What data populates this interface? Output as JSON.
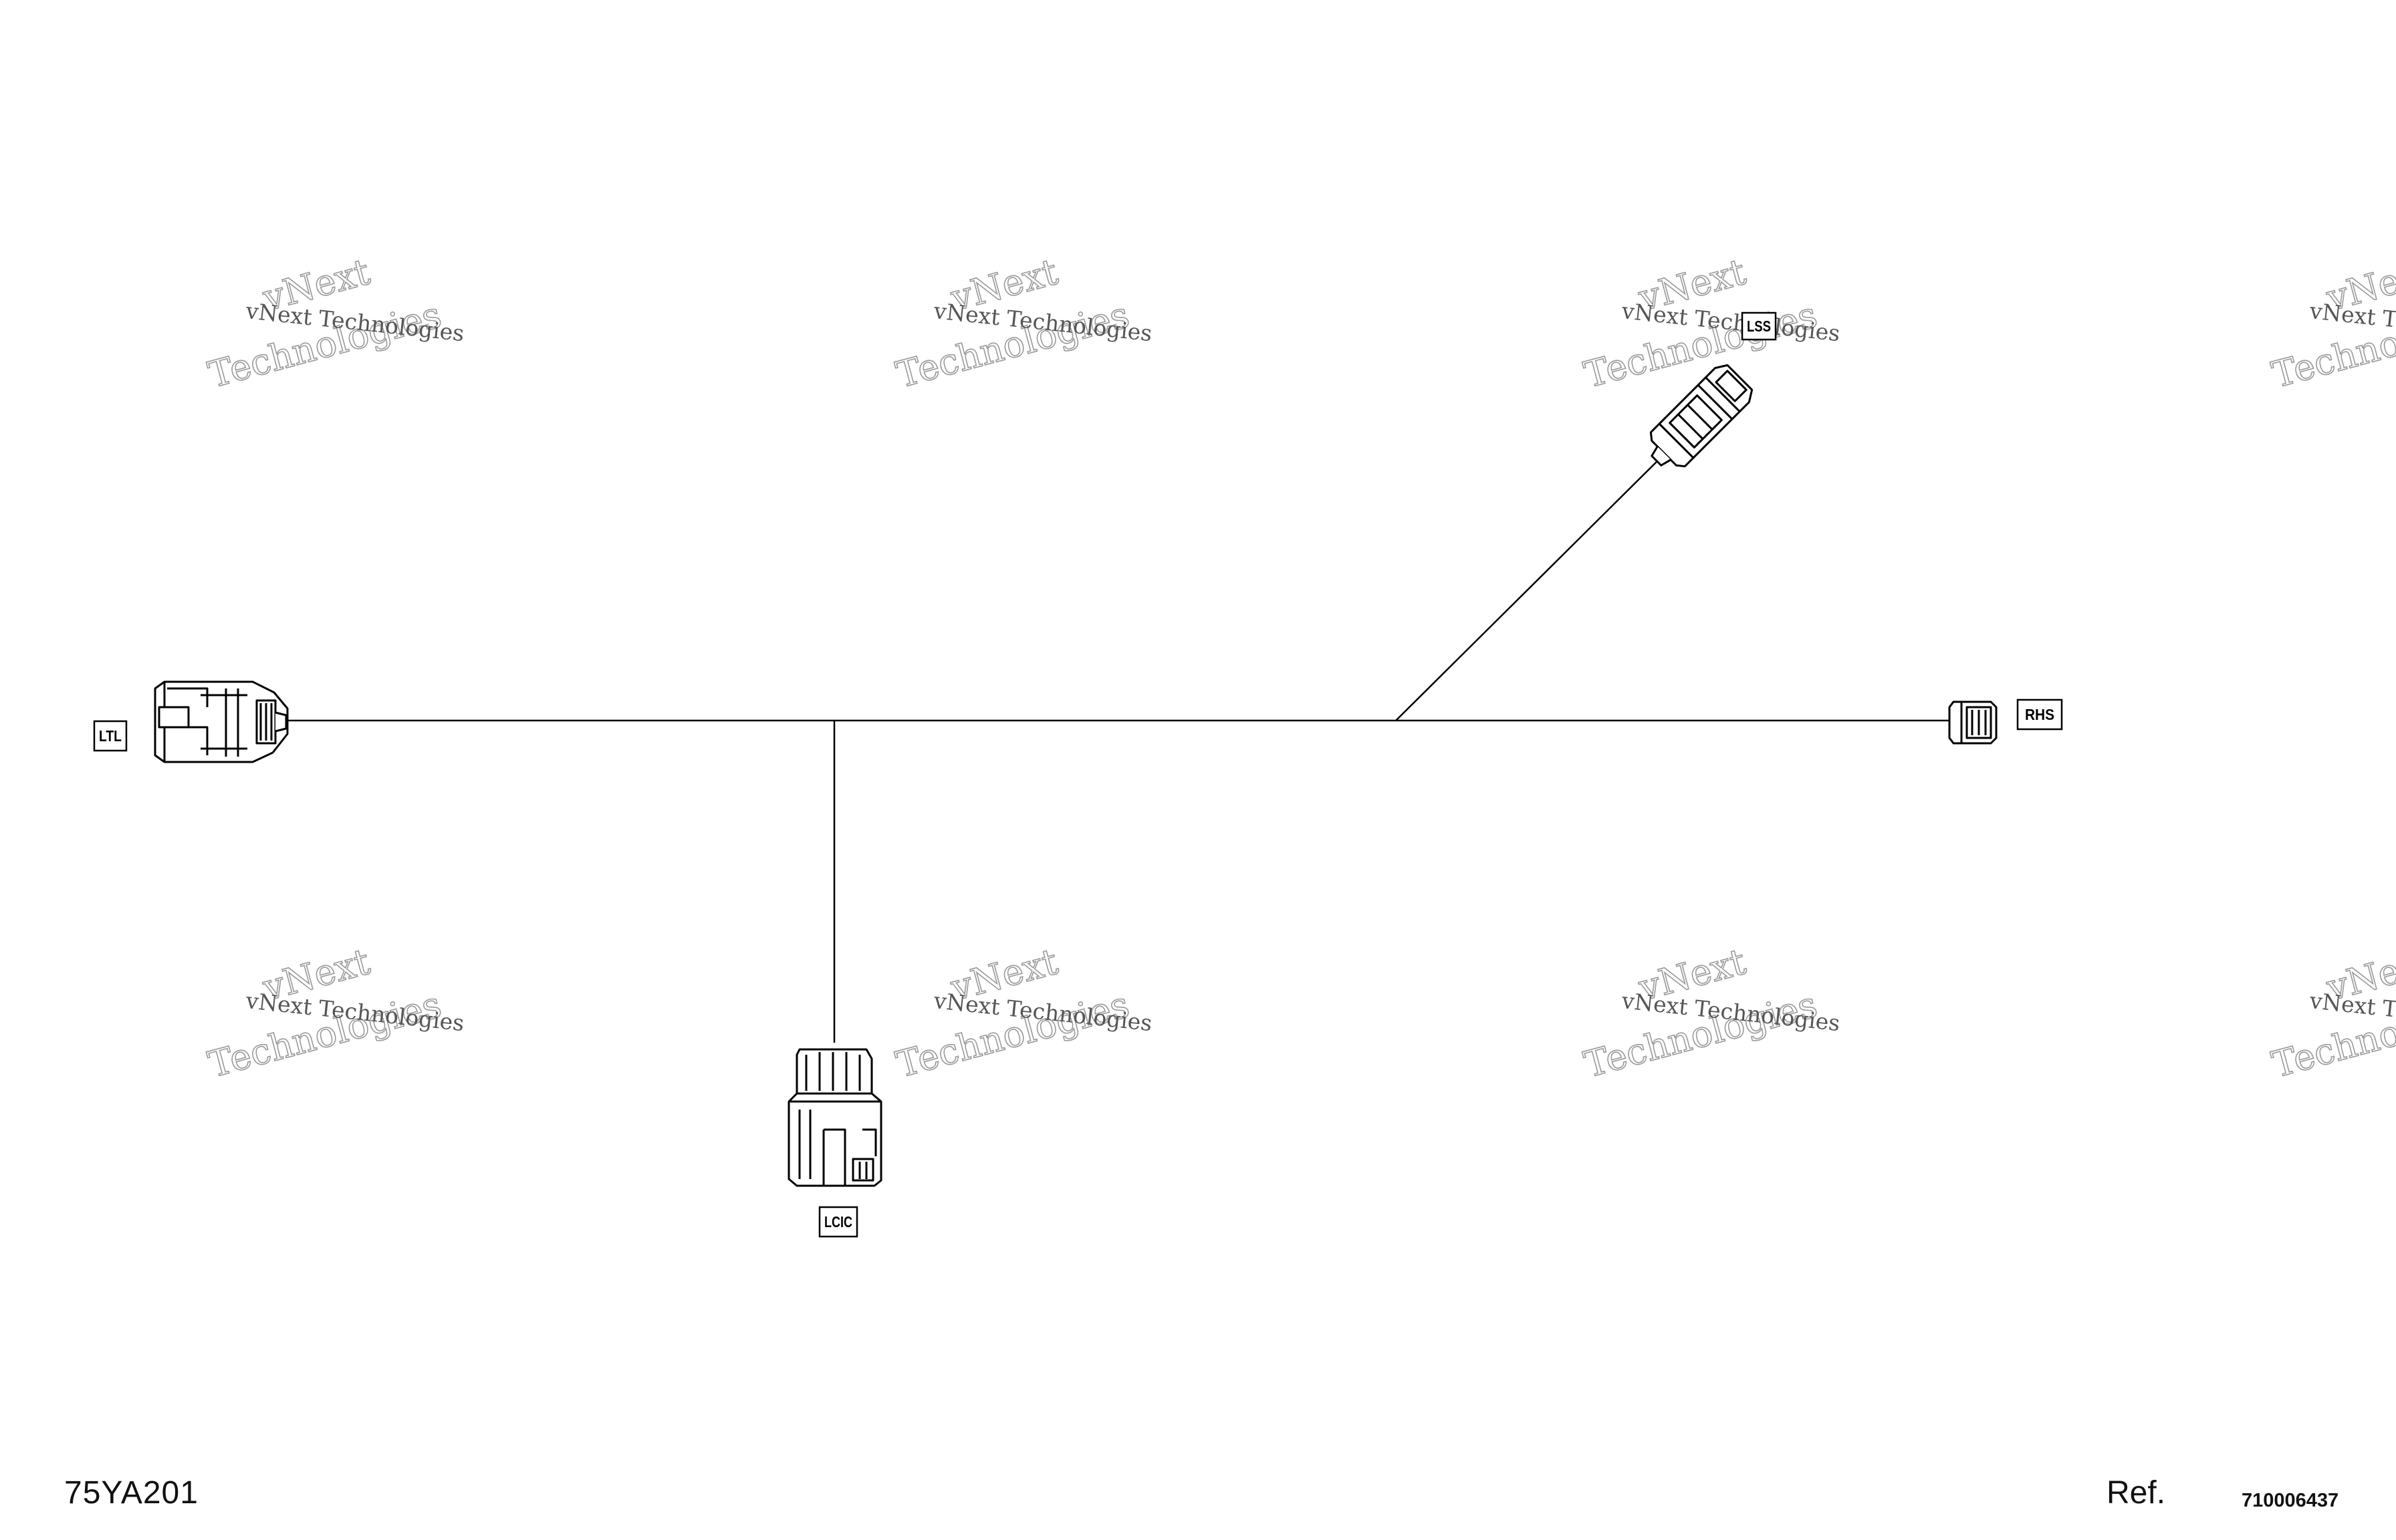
{
  "drawing": {
    "code": "75YA201",
    "ref_label": "Ref.",
    "ref_number": "710006437"
  },
  "watermark": {
    "line1": "vNext Technologies",
    "line2": "vNext",
    "line3": "Technologies"
  },
  "connectors": [
    {
      "id": "ltl",
      "label": "LTL"
    },
    {
      "id": "lcic",
      "label": "LCIC"
    },
    {
      "id": "rhs",
      "label": "RHS"
    },
    {
      "id": "top",
      "label": "LSS"
    }
  ],
  "colors": {
    "line": "#000000",
    "watermark_dark": "#555555",
    "watermark_light": "#9a9a9a"
  }
}
